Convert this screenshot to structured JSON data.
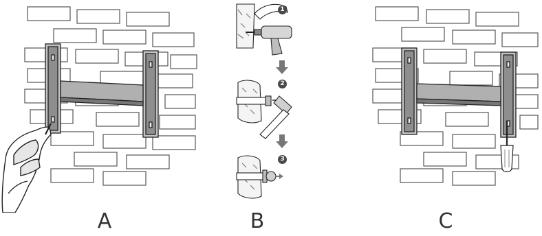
{
  "panels": [
    {
      "label": "A"
    },
    {
      "label": "B",
      "steps": [
        "1",
        "2",
        "3"
      ]
    },
    {
      "label": "C"
    }
  ],
  "icons": {
    "panel_a": [
      "brick-wall-icon",
      "wall-mount-bracket-icon",
      "hand-holding-pencil-icon"
    ],
    "panel_b": [
      "power-drill-icon",
      "arrow-down-icon",
      "hammer-icon",
      "wall-anchor-icon",
      "screw-icon"
    ],
    "panel_c": [
      "brick-wall-icon",
      "wall-mount-bracket-icon",
      "screwdriver-icon"
    ]
  },
  "colors": {
    "line": "#333333",
    "bracket_fill": "#b8b8b8",
    "step_badge": "#4a4a4a"
  }
}
